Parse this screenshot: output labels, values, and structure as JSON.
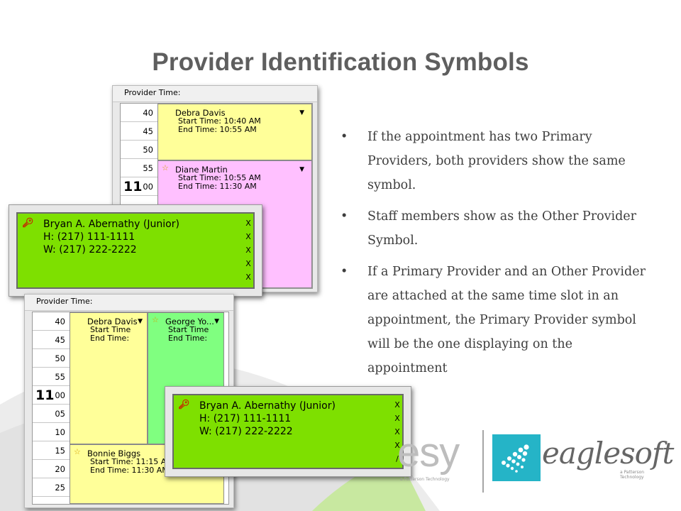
{
  "title": "Provider Identification Symbols",
  "bullets": [
    "If the appointment has two Primary Providers, both providers show the same symbol.",
    "Staff members show as the Other Provider Symbol.",
    "If a Primary Provider and an Other Provider are attached at the same time slot in an appointment, the Primary Provider symbol will be the one displaying on the appointment"
  ],
  "panel_top": {
    "header": "Provider Time:",
    "ticks": [
      "40",
      "45",
      "50",
      "55",
      "00"
    ],
    "hour": "11",
    "appts": [
      {
        "name": "Debra Davis",
        "start": "Start Time: 10:40 AM",
        "end": "End Time: 10:55 AM",
        "color": "#ffff99"
      },
      {
        "name": "Diane Martin",
        "start": "Start Time: 10:55 AM",
        "end": "End Time: 11:30 AM",
        "color": "#ffc0ff"
      }
    ]
  },
  "popup_top": {
    "name": "Bryan A. Abernathy (Junior)",
    "home": "H: (217) 111-1111",
    "work": "W: (217) 222-2222",
    "marks": [
      "X",
      "X",
      "X",
      "X",
      "X"
    ]
  },
  "panel_bottom": {
    "header": "Provider Time:",
    "ticks": [
      "40",
      "45",
      "50",
      "55",
      "00",
      "05",
      "10",
      "15",
      "20",
      "25"
    ],
    "hour": "11",
    "appt_left": {
      "name": "Debra Davis",
      "start": "Start Time",
      "end": "End Time:",
      "color": "#ffff99"
    },
    "appt_right": {
      "name": "George Yo...",
      "start": "Start Time",
      "end": "End Time:",
      "color": "#80ff80"
    },
    "appt_bottom": {
      "name": "Bonnie Biggs",
      "start": "Start Time: 11:15 AM",
      "end": "End Time: 11:30 AM",
      "color": "#ffff99"
    }
  },
  "popup_bottom": {
    "name": "Bryan A. Abernathy (Junior)",
    "home": "H: (217) 111-1111",
    "work": "W: (217) 222-2222",
    "marks": [
      "X",
      "X",
      "X",
      "X",
      "/"
    ]
  },
  "logos": {
    "left_text": "esy",
    "left_sub": "a Patterson Technology",
    "right_text": "eaglesoft",
    "right_sub": "a Patterson Technology"
  },
  "colors": {
    "popup_green": "#7ee000",
    "logo_teal": "#25b4c7",
    "swoosh": "#d9d9d9"
  },
  "icons": [
    "key-icon",
    "star-icon",
    "dropdown-arrow-icon"
  ]
}
